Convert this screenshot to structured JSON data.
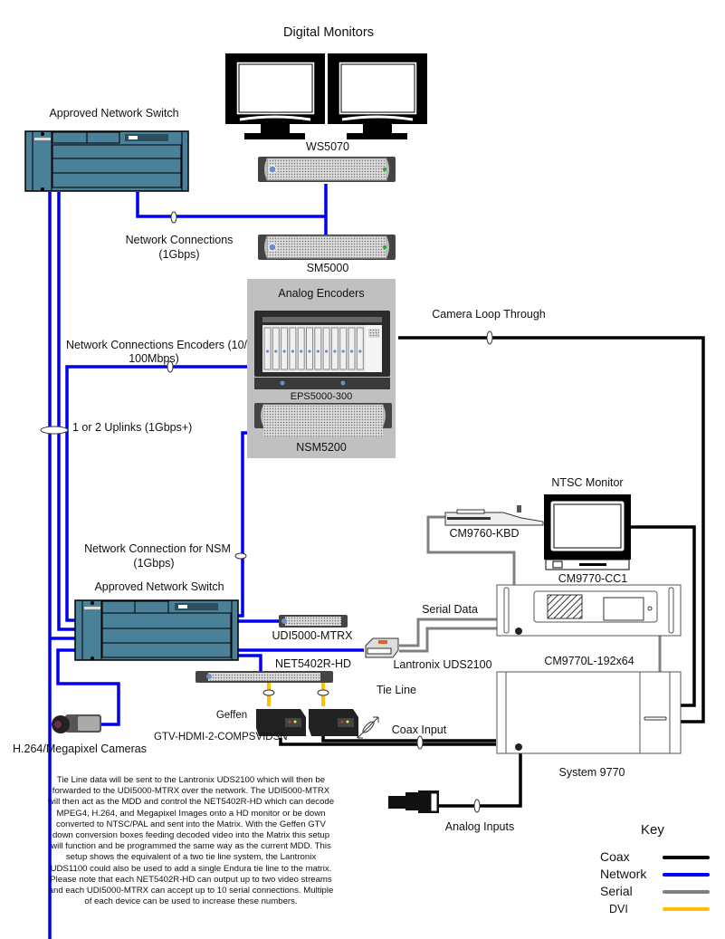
{
  "title": "Digital Monitors",
  "labels": {
    "switch_top": "Approved Network Switch",
    "ws5070": "WS5070",
    "sm5000": "SM5000",
    "net_conn_1": "Network Connections",
    "net_conn_1_speed": "(1Gbps)",
    "analog_encoders": "Analog Encoders",
    "eps": "EPS5000-300",
    "nsm": "NSM5200",
    "camera_loop": "Camera Loop Through",
    "net_conn_enc": "Network Connections Encoders (10/",
    "net_conn_enc_2": "100Mbps)",
    "uplinks": "1 or 2 Uplinks (1Gbps+)",
    "net_conn_nsm": "Network Connection for NSM",
    "net_conn_nsm_speed": "(1Gbps)",
    "switch_bottom": "Approved Network Switch",
    "udi": "UDI5000-MTRX",
    "net5402": "NET5402R-HD",
    "lantronix": "Lantronix UDS2100",
    "tie_line": "Tie Line",
    "serial_data": "Serial Data",
    "geffen": "Geffen",
    "geffen_model": "GTV-HDMI-2-COMPSVIDSN",
    "coax_input": "Coax Input",
    "cameras": "H.264/Megapixel Cameras",
    "ntsc": "NTSC Monitor",
    "kbd": "CM9760-KBD",
    "cc1": "CM9770-CC1",
    "matrix": "CM9770L-192x64",
    "system": "System 9770",
    "analog_inputs": "Analog Inputs"
  },
  "notes": "Tie Line data will be sent to the Lantronix UDS2100 which will then be forwarded to the UDI5000-MTRX over the network. The UDI5000-MTRX will then act as the MDD and control the NET5402R-HD which can decode MPEG4, H.264, and Megapixel Images onto a HD monitor or be down converted to NTSC/PAL and sent into the Matrix. With the  Geffen GTV   down conversion boxes feeding decoded video into the Matrix this setup will function and be programmed the same way as the current MDD. This setup shows the equivalent of a two tie line system, the Lantronix UDS1100 could also be used to add a single Endura tie line to the matrix. Please note that each NET5402R-HD can output up to two video streams and each UDI5000-MTRX can accept up to 10 serial connections. Multiple of each device can be used to increase these numbers.",
  "key": {
    "title": "Key",
    "items": [
      {
        "label": "Coax",
        "color": "#000000"
      },
      {
        "label": "Network",
        "color": "#0000ee"
      },
      {
        "label": "Serial",
        "color": "#808080"
      },
      {
        "label": "DVI",
        "color": "#ffc000"
      }
    ]
  },
  "colors": {
    "coax": "#000000",
    "network": "#0000ee",
    "serial": "#808080",
    "dvi": "#ffc000",
    "switch": "#4a8098",
    "encoder_panel": "#c0c0c0"
  }
}
